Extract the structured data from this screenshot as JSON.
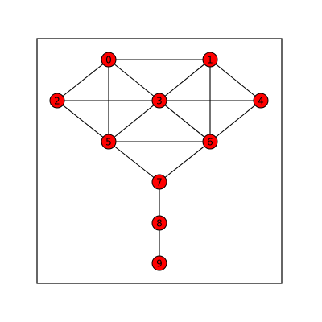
{
  "graph": {
    "node_color": "#ff0000",
    "edge_color": "#000000",
    "nodes": [
      {
        "id": "0",
        "label": "0"
      },
      {
        "id": "1",
        "label": "1"
      },
      {
        "id": "2",
        "label": "2"
      },
      {
        "id": "3",
        "label": "3"
      },
      {
        "id": "4",
        "label": "4"
      },
      {
        "id": "5",
        "label": "5"
      },
      {
        "id": "6",
        "label": "6"
      },
      {
        "id": "7",
        "label": "7"
      },
      {
        "id": "8",
        "label": "8"
      },
      {
        "id": "9",
        "label": "9"
      }
    ],
    "edges": [
      [
        "0",
        "1"
      ],
      [
        "0",
        "2"
      ],
      [
        "0",
        "3"
      ],
      [
        "0",
        "5"
      ],
      [
        "1",
        "3"
      ],
      [
        "1",
        "4"
      ],
      [
        "1",
        "6"
      ],
      [
        "2",
        "3"
      ],
      [
        "2",
        "5"
      ],
      [
        "3",
        "4"
      ],
      [
        "3",
        "5"
      ],
      [
        "3",
        "6"
      ],
      [
        "4",
        "6"
      ],
      [
        "5",
        "6"
      ],
      [
        "5",
        "7"
      ],
      [
        "6",
        "7"
      ],
      [
        "7",
        "8"
      ],
      [
        "8",
        "9"
      ]
    ]
  }
}
